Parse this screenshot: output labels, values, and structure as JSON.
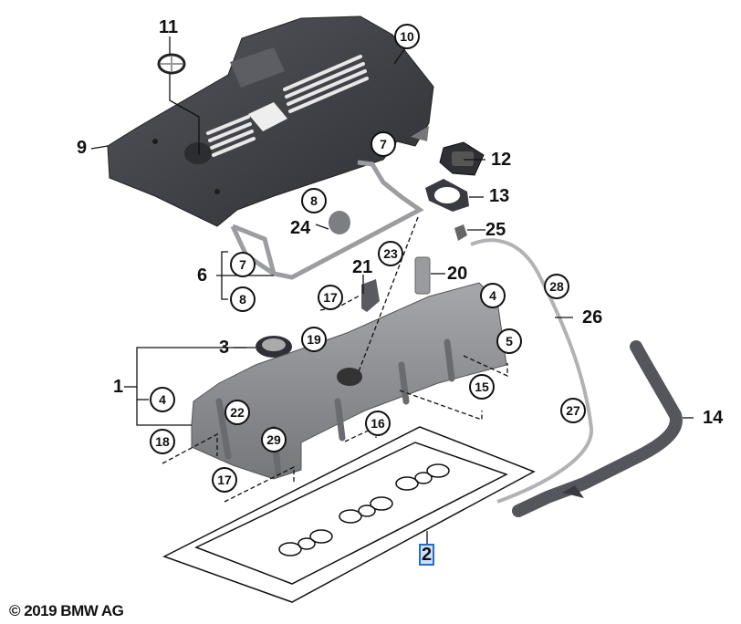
{
  "diagram": {
    "subject": "Cylinder head cover / engine cover exploded view",
    "copyright": "© 2019 BMW AG",
    "selected_part": "2",
    "colors": {
      "cover_dark": "#3f4046",
      "head_cover_grey": "#8c8d90",
      "gasket_line": "#111111",
      "selection_blue": "#1a6fe0"
    },
    "labels": [
      {
        "id": "1",
        "style": "plain"
      },
      {
        "id": "2",
        "style": "plain",
        "selected": true
      },
      {
        "id": "3",
        "style": "plain"
      },
      {
        "id": "4",
        "style": "circled"
      },
      {
        "id": "5",
        "style": "circled"
      },
      {
        "id": "6",
        "style": "plain"
      },
      {
        "id": "7",
        "style": "circled"
      },
      {
        "id": "8",
        "style": "circled"
      },
      {
        "id": "9",
        "style": "plain"
      },
      {
        "id": "10",
        "style": "circled"
      },
      {
        "id": "11",
        "style": "plain"
      },
      {
        "id": "12",
        "style": "plain"
      },
      {
        "id": "13",
        "style": "plain"
      },
      {
        "id": "14",
        "style": "plain"
      },
      {
        "id": "15",
        "style": "circled"
      },
      {
        "id": "16",
        "style": "circled"
      },
      {
        "id": "17",
        "style": "circled"
      },
      {
        "id": "18",
        "style": "circled"
      },
      {
        "id": "19",
        "style": "circled"
      },
      {
        "id": "20",
        "style": "plain"
      },
      {
        "id": "21",
        "style": "plain"
      },
      {
        "id": "22",
        "style": "circled"
      },
      {
        "id": "23",
        "style": "circled"
      },
      {
        "id": "24",
        "style": "plain"
      },
      {
        "id": "25",
        "style": "plain"
      },
      {
        "id": "26",
        "style": "plain"
      },
      {
        "id": "27",
        "style": "circled"
      },
      {
        "id": "28",
        "style": "circled"
      },
      {
        "id": "29",
        "style": "circled"
      }
    ],
    "callouts": {
      "p1": "1",
      "p2": "2",
      "p3": "3",
      "p4a": "4",
      "p4b": "4",
      "p5": "5",
      "p6": "6",
      "p7a": "7",
      "p7b": "7",
      "p8a": "8",
      "p8b": "8",
      "p9": "9",
      "p10": "10",
      "p11": "11",
      "p12": "12",
      "p13": "13",
      "p14": "14",
      "p15": "15",
      "p16": "16",
      "p17a": "17",
      "p17b": "17",
      "p18": "18",
      "p19": "19",
      "p20": "20",
      "p21": "21",
      "p22": "22",
      "p23": "23",
      "p24": "24",
      "p25": "25",
      "p26": "26",
      "p27": "27",
      "p28": "28",
      "p29": "29"
    }
  }
}
